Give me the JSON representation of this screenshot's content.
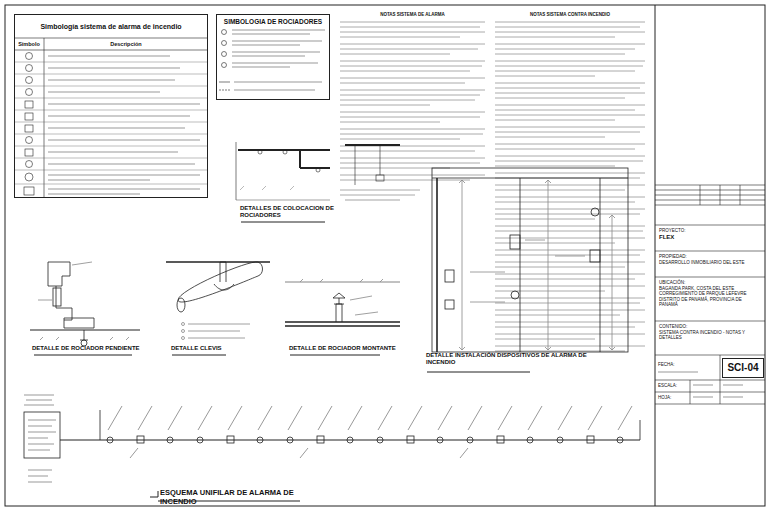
{
  "diagram": {
    "nodes": [
      {
        "text": [
          "Simbología sistema de alarma de incendio"
        ]
      },
      {
        "text": [
          "SIMBOLOGIA DE ROCIADORES"
        ]
      },
      {
        "text": [
          "PROYECTO:",
          "FLEX"
        ]
      },
      {
        "text": [
          "PROPIEDAD:",
          "DESARROLLO INMOBILIARIO DEL ESTE"
        ]
      },
      {
        "text": [
          "UBICACIÓN:",
          "BAGANDA PARK, COSTA DEL ESTE CORREGIMIENTO DE PARQUE LEFEVRE DISTRITO DE PANAMÁ, PROVINCIA DE PANAMÁ"
        ]
      },
      {
        "text": [
          "CONTENIDO:",
          "SISTEMA CONTRA INCENDIO - NOTAS Y DETALLES"
        ]
      },
      {
        "text": [
          "SCI-04"
        ]
      }
    ],
    "labels": [
      "Símbolo",
      "Descripción",
      "NOTAS SISTEMA DE ALARMA",
      "NOTAS SISTEMA CONTRA INCENDIO",
      "DETALLES DE COLOCACION DE ROCIADORES",
      "DETALLE DE ROCIADOR PENDIENTE",
      "DETALLE CLEVIS",
      "DETALLE DE ROCIADOR MONTANTE",
      "DETALLE INSTALACIÓN DISPOSITIVOS DE ALARMA DE INCENDIO",
      "ESQUEMA UNIFILAR DE ALARMA DE INCENDIO",
      "FECHA:",
      "ESCALA:",
      "HOJA:"
    ]
  }
}
